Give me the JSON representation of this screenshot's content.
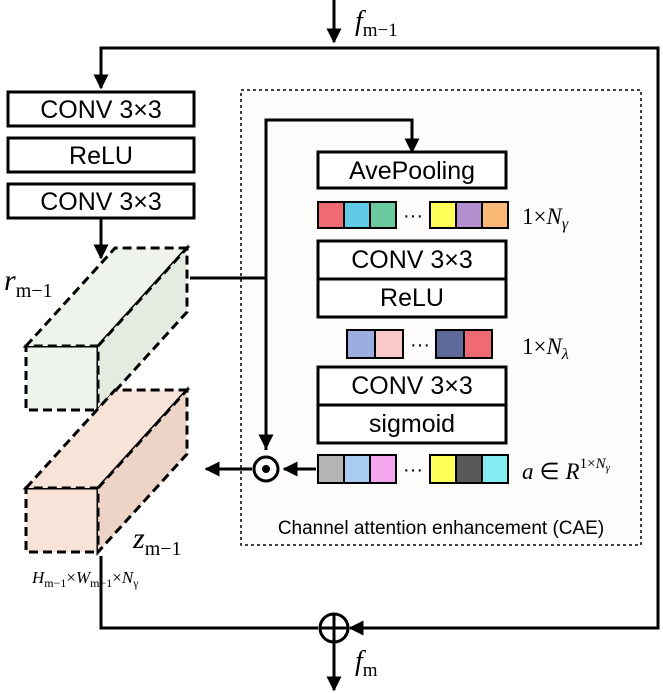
{
  "left_block": {
    "conv_top": "CONV 3×3",
    "relu": "ReLU",
    "conv_bottom": "CONV 3×3"
  },
  "tensors": {
    "r_label": "r",
    "r_sub": "m−1",
    "z_label": "z",
    "z_sub": "m−1",
    "r_color": "#eef3ec",
    "z_color": "#f7e3d8",
    "dims": {
      "H": "H",
      "H_sub": "m−1",
      "times1": "×",
      "W": "W",
      "W_sub": "m−1",
      "times2": "×",
      "N": "N",
      "N_sub": "γ"
    }
  },
  "io": {
    "input_label": "f",
    "input_sub": "m−1",
    "output_label": "f",
    "output_sub": "m"
  },
  "cae": {
    "title": "Channel attention enhancement (CAE)",
    "avepooling": "AvePooling",
    "conv1": "CONV 3×3",
    "relu": "ReLU",
    "conv2": "CONV 3×3",
    "sigmoid": "sigmoid",
    "ellipsis": "···",
    "vec1_label": {
      "prefix": "1×",
      "sym": "N",
      "sub": "γ"
    },
    "vec2_label": {
      "prefix": "1×",
      "sym": "N",
      "sub": "λ"
    },
    "vec3_label": {
      "a": "a",
      "in": "∈",
      "R": "R",
      "sup_prefix": "1×",
      "sup_sym": "N",
      "sup_sub": "γ"
    },
    "vec1_colors_left": [
      "#f06a74",
      "#5fcbe6",
      "#6ccb9e"
    ],
    "vec1_colors_right": [
      "#ffff5a",
      "#b290cd",
      "#f9b878"
    ],
    "vec2_colors_left": [
      "#9aaee0",
      "#f8c8cb"
    ],
    "vec2_colors_right": [
      "#5d6a9a",
      "#f06a74"
    ],
    "vec3_colors_left": [
      "#b4b4b4",
      "#a8cdf0",
      "#f2a6ec"
    ],
    "vec3_colors_right": [
      "#ffff5a",
      "#595959",
      "#84edf1"
    ]
  },
  "operators": {
    "multiply": "⊙",
    "add": "⊕"
  }
}
